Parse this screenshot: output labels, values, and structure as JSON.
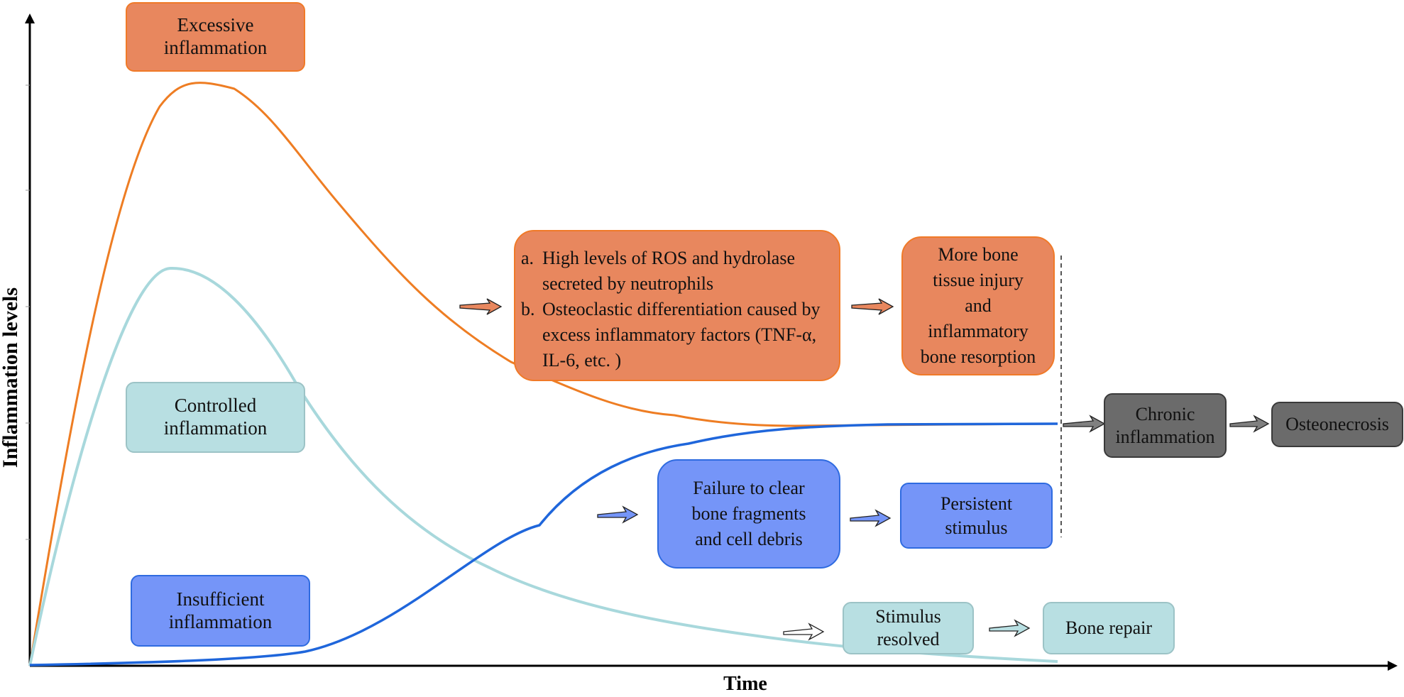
{
  "axes": {
    "y_label": "Inflammation levels",
    "x_label": "Time"
  },
  "colors": {
    "excessive": "#E8875E",
    "excessive_border": "#F07A28",
    "controlled": "#B8DFE2",
    "controlled_curve": "#A8D8DC",
    "insufficient": "#7595F8",
    "insufficient_curve": "#1F66DB",
    "chronic": "#6B6B6B"
  },
  "legend": {
    "excessive": {
      "line1": "Excessive",
      "line2": "inflammation"
    },
    "controlled": {
      "line1": "Controlled",
      "line2": "inflammation"
    },
    "insufficient": {
      "line1": "Insufficient",
      "line2": "inflammation"
    }
  },
  "excessive_path": {
    "mechanism": {
      "a_marker": "a.",
      "a_text": "High levels of ROS and hydrolase secreted by neutrophils",
      "b_marker": "b.",
      "b_text": "Osteoclastic differentiation caused by excess inflammatory factors (TNF-α, IL-6, etc. )"
    },
    "outcome": {
      "line1": "More bone",
      "line2": "tissue injury",
      "line3": "and",
      "line4": "inflammatory",
      "line5": "bone resorption"
    }
  },
  "insufficient_path": {
    "failure": {
      "line1": "Failure to clear",
      "line2": "bone fragments",
      "line3": "and cell debris"
    },
    "persistent": {
      "line1": "Persistent",
      "line2": "stimulus"
    }
  },
  "controlled_path": {
    "resolved": {
      "line1": "Stimulus",
      "line2": "resolved"
    },
    "repair": "Bone repair"
  },
  "chronic_path": {
    "chronic": {
      "line1": "Chronic",
      "line2": "inflammation"
    },
    "necrosis": "Osteonecrosis"
  }
}
